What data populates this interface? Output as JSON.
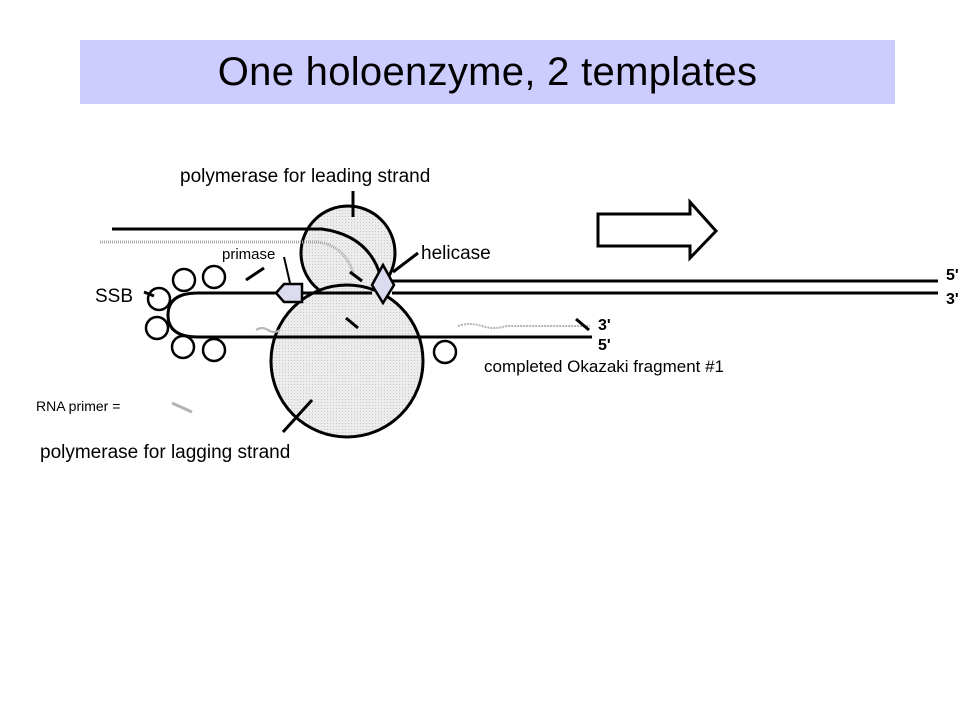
{
  "slide": {
    "title": "One holoenzyme, 2 templates"
  },
  "labels": {
    "leading_polymerase": "polymerase for leading strand",
    "lagging_polymerase": "polymerase for lagging strand",
    "helicase": "helicase",
    "primase": "primase",
    "ssb": "SSB",
    "okazaki": "completed Okazaki fragment #1",
    "rna_primer_key": "RNA primer =",
    "top_5prime": "5'",
    "top_3prime": "3'",
    "frag_3prime": "3'",
    "frag_5prime": "5'"
  },
  "colors": {
    "title_background": "#ccccff",
    "polymerase_fill": "#e6e6e6",
    "rna_primer": "#b4b4b4",
    "protein_fill": "#dcdcf0",
    "line": "#000000"
  },
  "icons": {
    "direction_arrow": "right-arrow-outline"
  }
}
